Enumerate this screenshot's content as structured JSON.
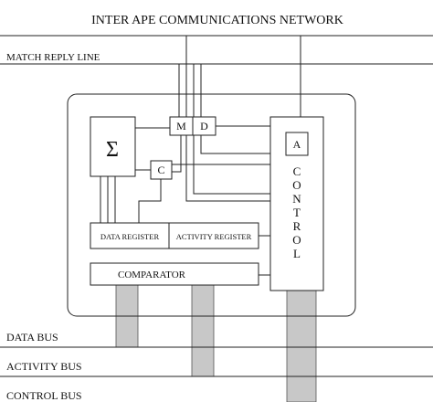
{
  "diagram": {
    "network_title": "INTER APE COMMUNICATIONS NETWORK",
    "lines": {
      "match_reply": "MATCH REPLY LINE",
      "data_bus": "DATA BUS",
      "activity_bus": "ACTIVITY BUS",
      "control_bus": "CONTROL BUS"
    },
    "blocks": {
      "sigma": "Σ",
      "m": "M",
      "d": "D",
      "c": "C",
      "a": "A",
      "control_letters": [
        "C",
        "O",
        "N",
        "T",
        "R",
        "O",
        "L"
      ],
      "data_register": "DATA REGISTER",
      "activity_register": "ACTIVITY REGISTER",
      "comparator": "COMPARATOR"
    },
    "colors": {
      "bus_fill": "#c8c8c8",
      "line": "#222222"
    }
  }
}
